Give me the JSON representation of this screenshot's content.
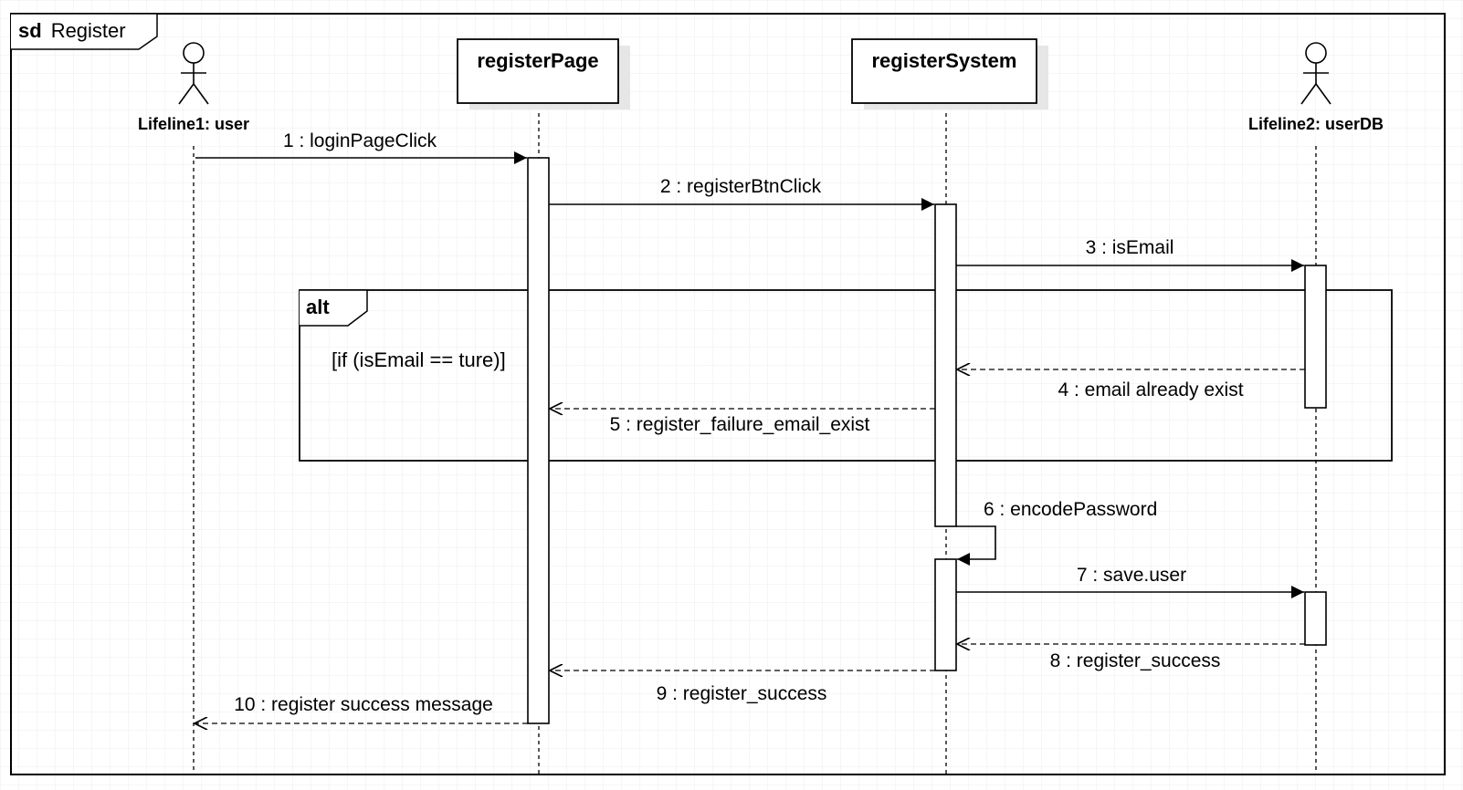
{
  "frame": {
    "keyword": "sd",
    "name": "Register"
  },
  "lifelines": {
    "user": {
      "label": "Lifeline1: user",
      "kind": "actor"
    },
    "page": {
      "label": "registerPage",
      "kind": "object"
    },
    "system": {
      "label": "registerSystem",
      "kind": "object"
    },
    "db": {
      "label": "Lifeline2: userDB",
      "kind": "actor"
    }
  },
  "alt": {
    "keyword": "alt",
    "guard": "[if (isEmail == ture)]"
  },
  "messages": [
    {
      "label": "1 : loginPageClick",
      "from": "user",
      "to": "page",
      "kind": "sync"
    },
    {
      "label": "2 : registerBtnClick",
      "from": "page",
      "to": "system",
      "kind": "sync"
    },
    {
      "label": "3 : isEmail",
      "from": "system",
      "to": "db",
      "kind": "sync"
    },
    {
      "label": "4 : email already exist",
      "from": "db",
      "to": "system",
      "kind": "reply"
    },
    {
      "label": "5 : register_failure_email_exist",
      "from": "system",
      "to": "page",
      "kind": "reply"
    },
    {
      "label": "6 : encodePassword",
      "from": "system",
      "to": "system",
      "kind": "self"
    },
    {
      "label": "7 : save.user",
      "from": "system",
      "to": "db",
      "kind": "sync"
    },
    {
      "label": "8 : register_success",
      "from": "db",
      "to": "system",
      "kind": "reply"
    },
    {
      "label": "9 : register_success",
      "from": "system",
      "to": "page",
      "kind": "reply"
    },
    {
      "label": "10 : register success message",
      "from": "page",
      "to": "user",
      "kind": "reply"
    }
  ]
}
